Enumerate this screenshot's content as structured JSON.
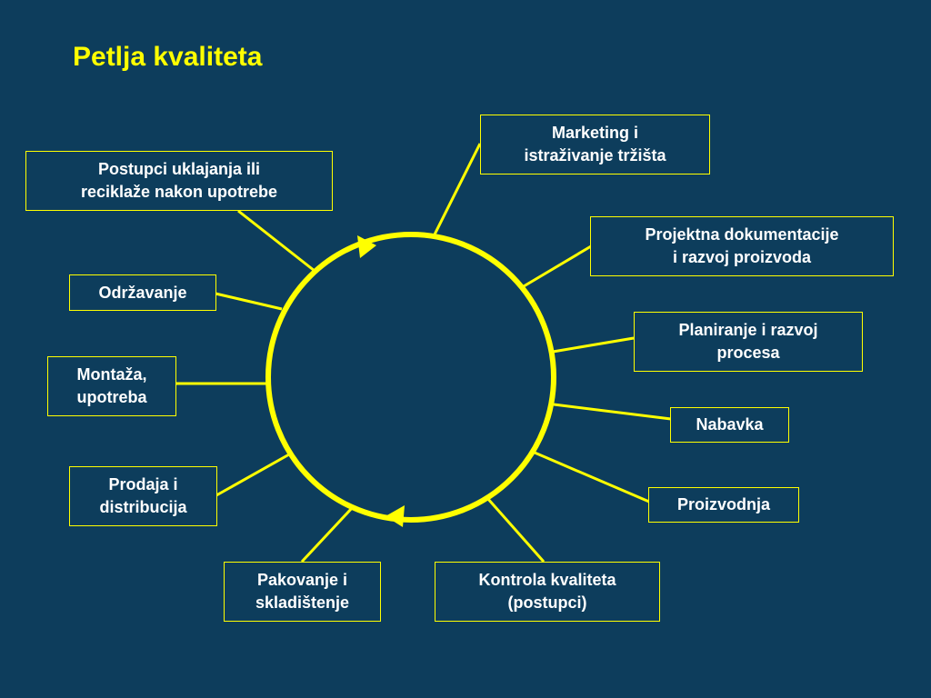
{
  "title": "Petlja kvaliteta",
  "colors": {
    "background": "#0d3d5c",
    "accent": "#ffff00",
    "text": "#ffffff"
  },
  "nodes": [
    {
      "id": "marketing",
      "label": "Marketing i\nistraživanje tržišta"
    },
    {
      "id": "projektna",
      "label": "Projektna dokumentacije\ni razvoj proizvoda"
    },
    {
      "id": "planiranje",
      "label": "Planiranje i razvoj\nprocesa"
    },
    {
      "id": "nabavka",
      "label": "Nabavka"
    },
    {
      "id": "proizvodnja",
      "label": "Proizvodnja"
    },
    {
      "id": "kontrola",
      "label": "Kontrola kvaliteta\n(postupci)"
    },
    {
      "id": "pakovanje",
      "label": "Pakovanje i\nskladištenje"
    },
    {
      "id": "prodaja",
      "label": "Prodaja i\ndistribucija"
    },
    {
      "id": "montaza",
      "label": "Montaža,\nupotreba"
    },
    {
      "id": "odrzavanje",
      "label": "Održavanje"
    },
    {
      "id": "postupci",
      "label": "Postupci uklajanja ili\nreciklaže nakon upotrebe"
    }
  ]
}
